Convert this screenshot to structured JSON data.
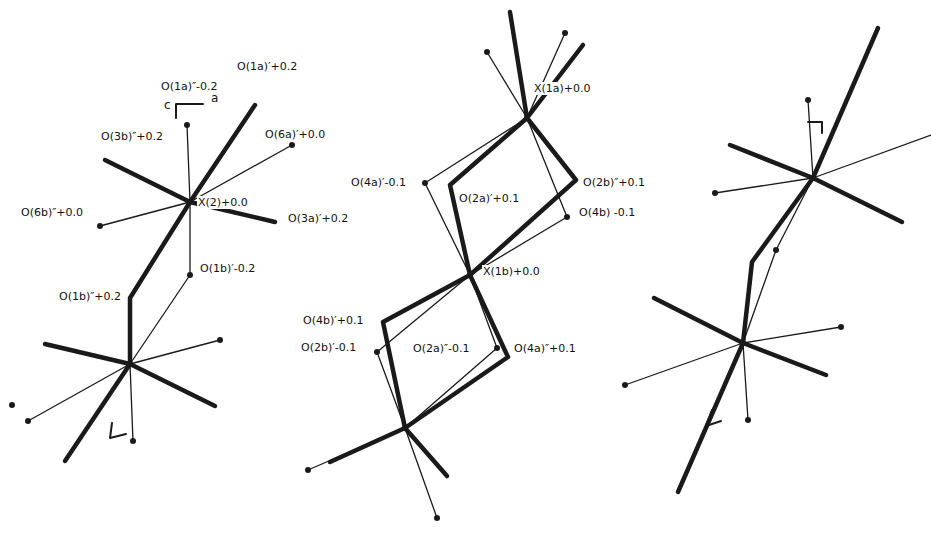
{
  "diagram": {
    "labels": [
      "O(1a)′+0.2",
      "O(1a)″-0.2",
      "c",
      "a",
      "O(3b)″+0.2",
      "O(6a)′+0.0",
      "X(2)+0.0",
      "O(6b)″+0.0",
      "O(3a)′+0.2",
      "O(1b)′-0.2",
      "O(1b)″+0.2",
      "X(1a)+0.0",
      "O(4a)′-0.1",
      "O(2a)′+0.1",
      "O(2b)″+0.1",
      "O(4b) -0.1",
      "X(1b)+0.0",
      "O(4b)′+0.1",
      "O(2b)′-0.1",
      "O(2a)″-0.1",
      "O(4a)″+0.1"
    ]
  }
}
